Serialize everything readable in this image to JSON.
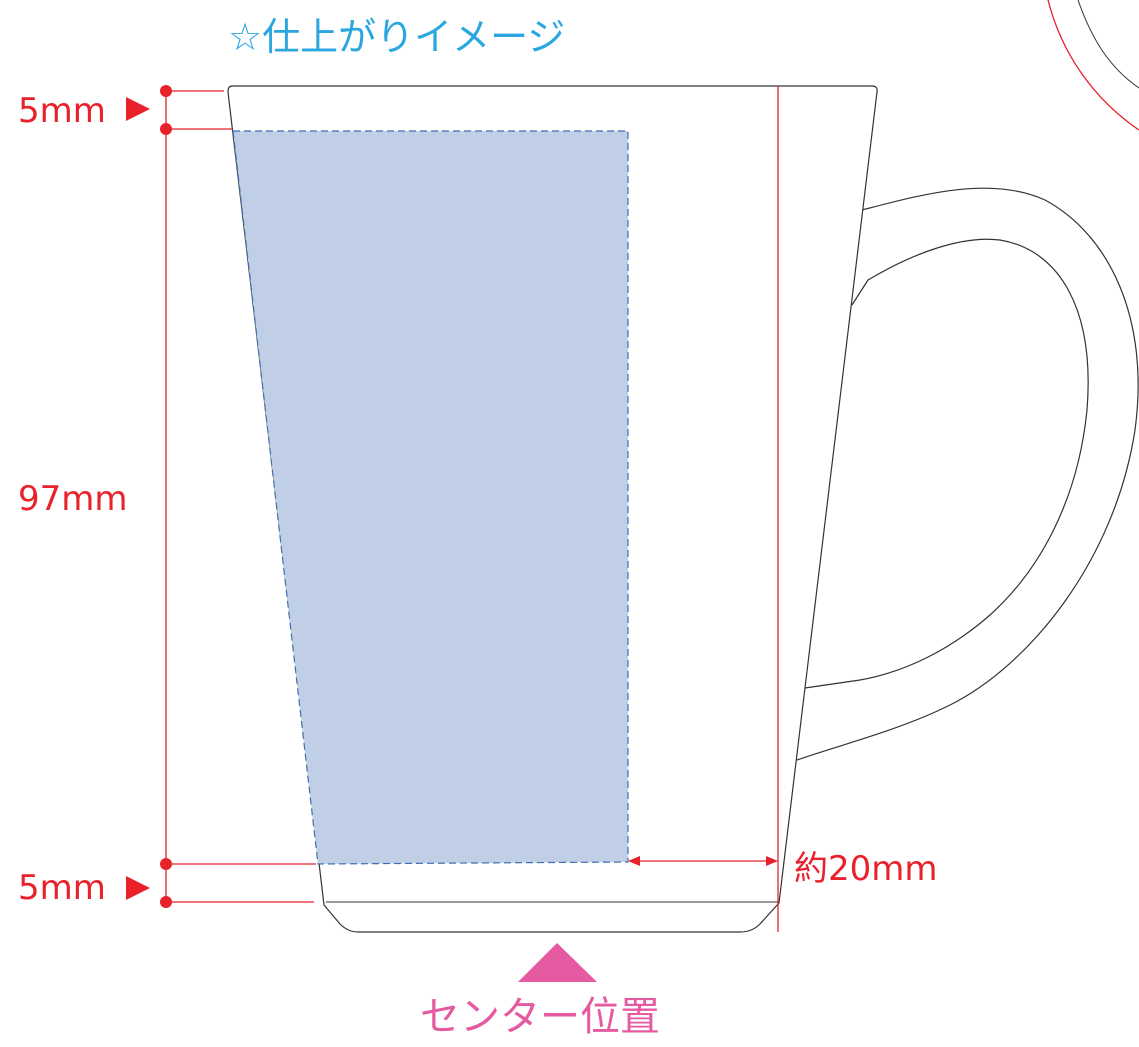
{
  "title": "☆仕上がりイメージ",
  "dimensions": {
    "top_margin": "5mm",
    "print_height": "97mm",
    "bottom_margin": "5mm",
    "right_offset": "約20mm"
  },
  "center_label": "センター位置",
  "colors": {
    "title": "#2aa6e0",
    "dimension": "#e8212b",
    "center_marker": "#e55aa0",
    "print_area_fill": "#c0cfe6",
    "print_area_border": "#3f6fb0",
    "outline": "#333333"
  }
}
